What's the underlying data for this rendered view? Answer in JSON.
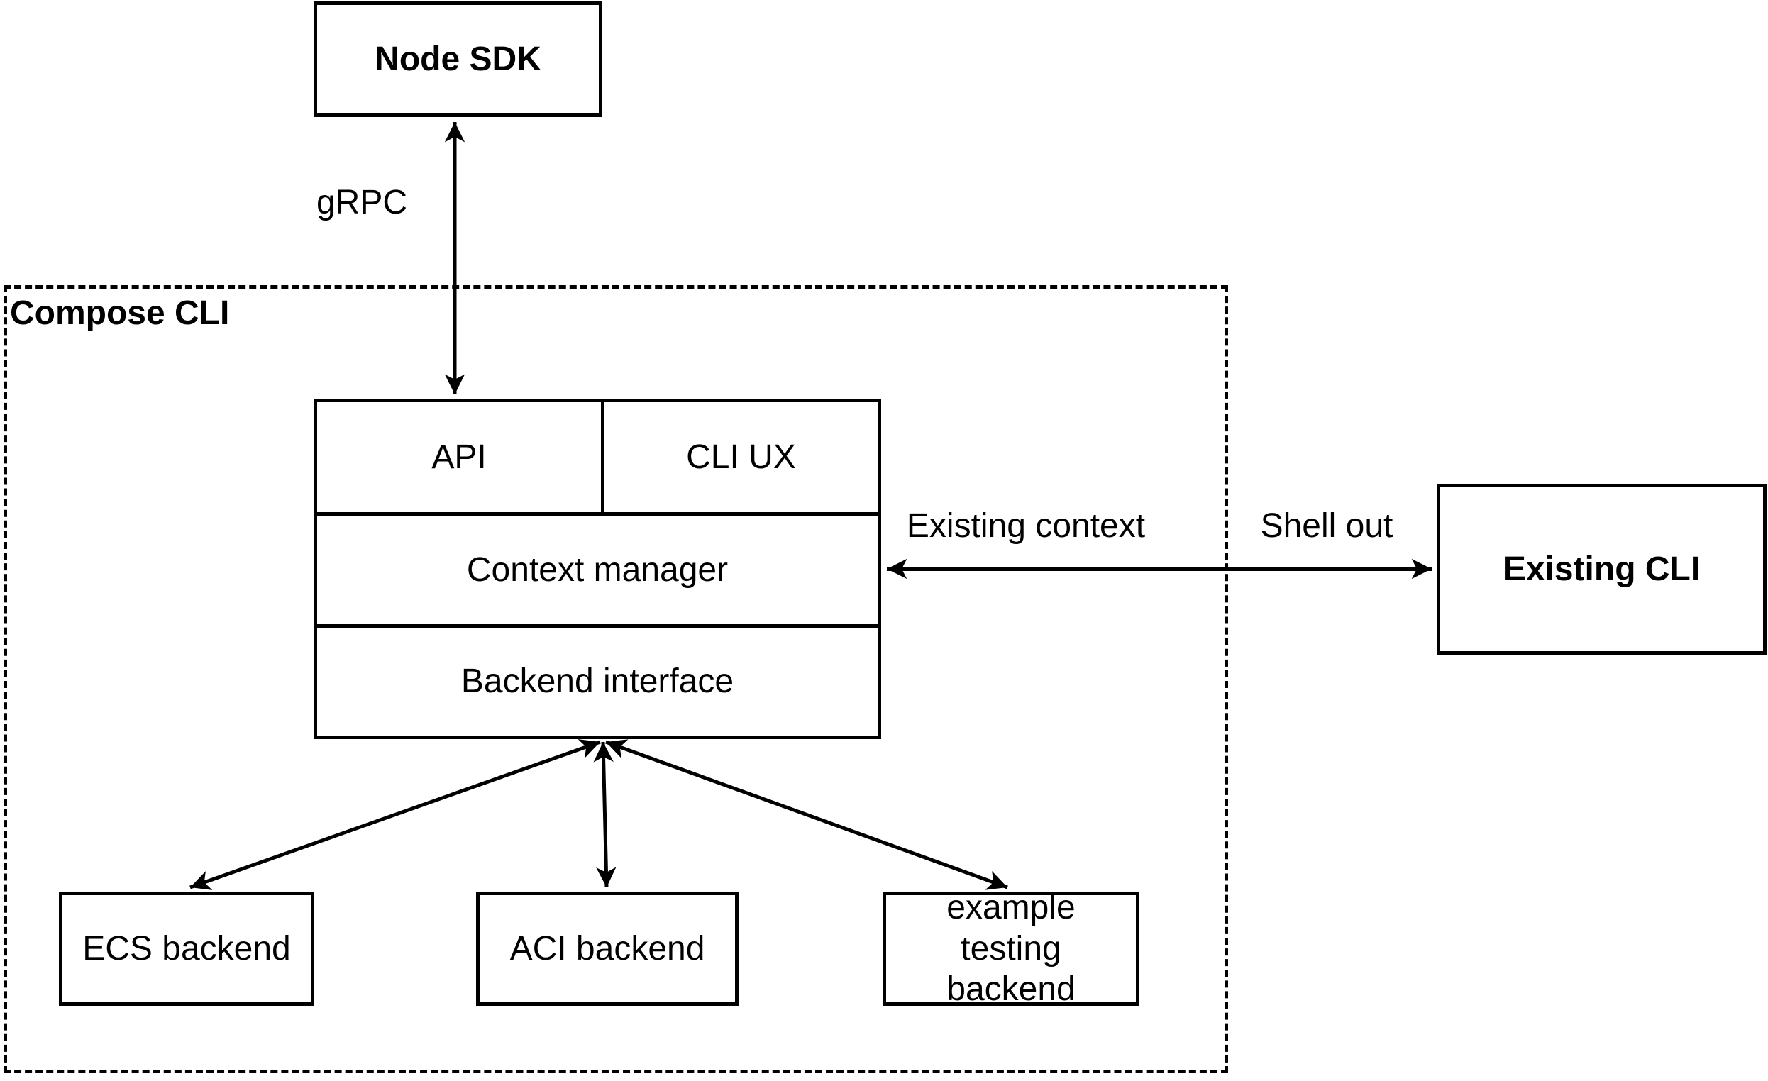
{
  "container": {
    "label": "Compose CLI"
  },
  "nodes": {
    "node_sdk": "Node SDK",
    "api": "API",
    "cli_ux": "CLI UX",
    "context_manager": "Context manager",
    "backend_interface": "Backend interface",
    "existing_cli": "Existing CLI",
    "ecs_backend": "ECS backend",
    "aci_backend": "ACI backend",
    "example_testing_backend": "example testing backend"
  },
  "edge_labels": {
    "grpc": "gRPC",
    "existing_context": "Existing context",
    "shell_out": "Shell out"
  },
  "edges": [
    {
      "from": "node_sdk",
      "to": "api",
      "label": "gRPC",
      "style": "double-arrow"
    },
    {
      "from": "context_manager",
      "to": "existing_cli",
      "label": "Existing context / Shell out",
      "style": "double-arrow"
    },
    {
      "from": "backend_interface",
      "to": "ecs_backend",
      "style": "double-arrow"
    },
    {
      "from": "backend_interface",
      "to": "aci_backend",
      "style": "double-arrow"
    },
    {
      "from": "backend_interface",
      "to": "example_testing_backend",
      "style": "double-arrow"
    }
  ],
  "colors": {
    "line": "#000000",
    "background": "#ffffff",
    "box_fill": "#ffffff"
  }
}
